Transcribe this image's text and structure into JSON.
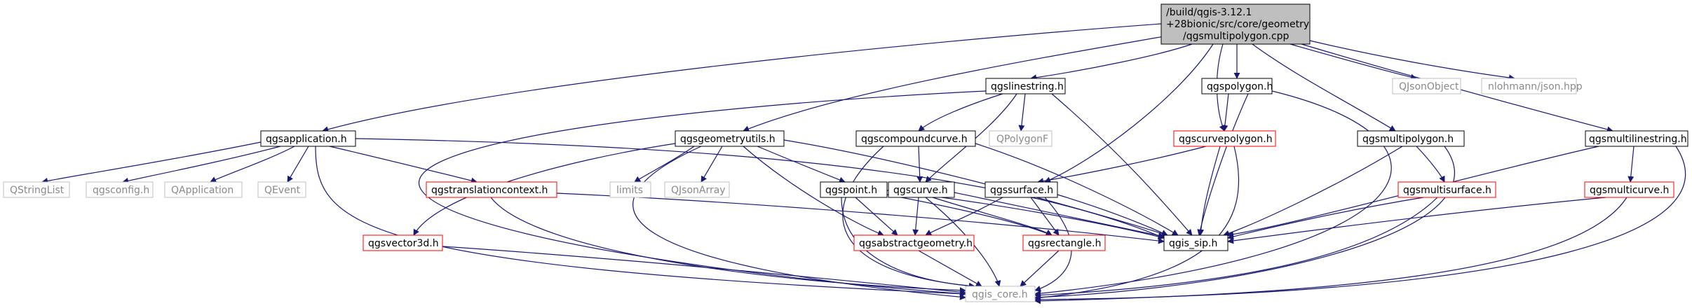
{
  "colors": {
    "edge": "#191970",
    "node_border_black": "#000000",
    "node_border_red": "#ff0000",
    "node_border_gray": "#bfbfbf",
    "root_fill": "#bfbfbf"
  },
  "root": {
    "lines": [
      "/build/qgis-3.12.1",
      "+28bionic/src/core/geometry",
      "/qgsmultipolygon.cpp"
    ]
  },
  "nodes": {
    "qgslinestring": "qgslinestring.h",
    "qgspolygon": "qgspolygon.h",
    "qjsonobject": "QJsonObject",
    "nlohmann": "nlohmann/json.hpp",
    "qgsapplication": "qgsapplication.h",
    "qgsgeometryutils": "qgsgeometryutils.h",
    "qgscompoundcurve": "qgscompoundcurve.h",
    "qpolygonf": "QPolygonF",
    "qgscurvepolygon": "qgscurvepolygon.h",
    "qgsmultipolygon": "qgsmultipolygon.h",
    "qgsmultilinestring": "qgsmultilinestring.h",
    "qstringlist": "QStringList",
    "qgsconfig": "qgsconfig.h",
    "qapplication": "QApplication",
    "qevent": "QEvent",
    "qgstranslationcontext": "qgstranslationcontext.h",
    "limits": "limits",
    "qjsonarray": "QJsonArray",
    "qgspoint": "qgspoint.h",
    "qgscurve": "qgscurve.h",
    "qgssurface": "qgssurface.h",
    "qgsmultisurface": "qgsmultisurface.h",
    "qgsmulticurve": "qgsmulticurve.h",
    "qgsvector3d": "qgsvector3d.h",
    "qgsabstractgeometry": "qgsabstractgeometry.h",
    "qgsrectangle": "qgsrectangle.h",
    "qgis_sip": "qgis_sip.h",
    "qgis_core": "qgis_core.h"
  }
}
